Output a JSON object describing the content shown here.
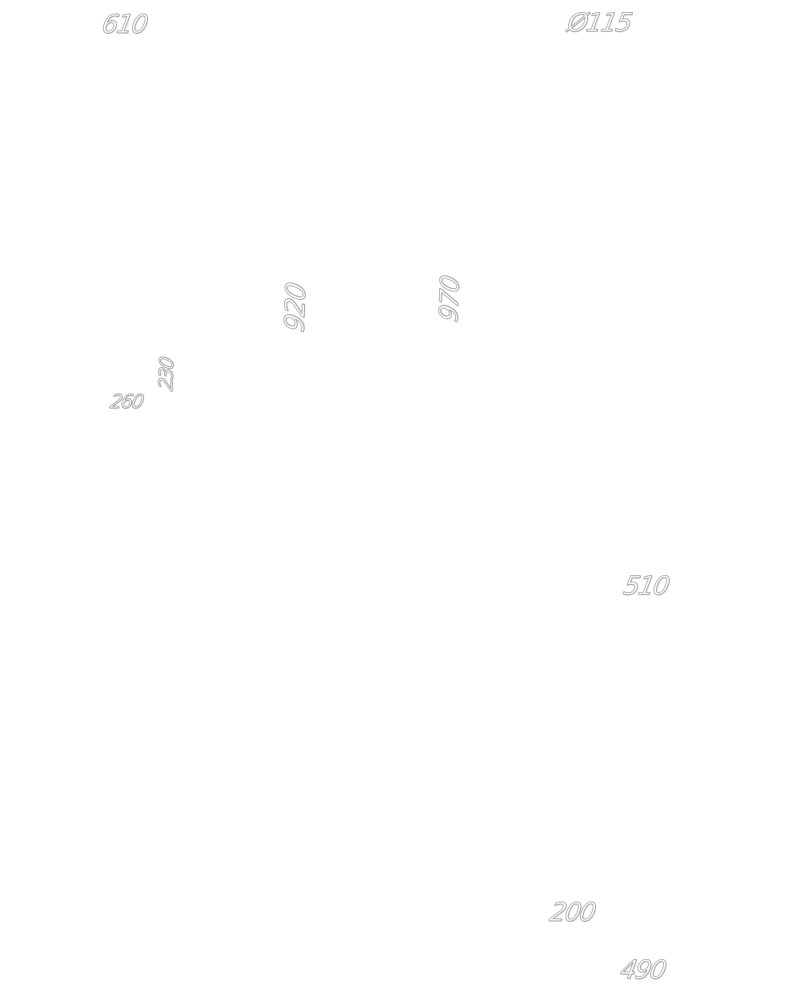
{
  "dimensions": {
    "d610": "610",
    "diameter": "Ø115",
    "d920": "920",
    "d970": "970",
    "d230": "230",
    "d260": "260",
    "d510": "510",
    "d200": "200",
    "d490": "490"
  },
  "colors": {
    "background": "#ffffff",
    "text_outline": "#8e8e8e"
  }
}
